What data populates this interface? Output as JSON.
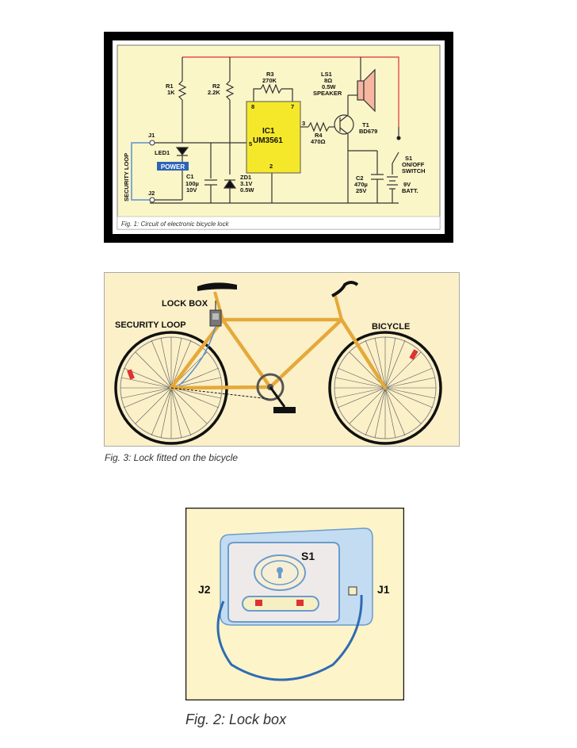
{
  "fig1": {
    "caption": "Fig. 1: Circuit of electronic bicycle lock",
    "security_loop": "SECURITY LOOP",
    "power_badge": "POWER",
    "components": {
      "r1": [
        "R1",
        "1K"
      ],
      "r2": [
        "R2",
        "2.2K"
      ],
      "r3": [
        "R3",
        "270K"
      ],
      "ls1": [
        "LS1",
        "8Ω",
        "0.5W",
        "SPEAKER"
      ],
      "ic1": [
        "IC1",
        "UM3561"
      ],
      "pins": [
        "8",
        "7",
        "3",
        "5",
        "2"
      ],
      "r4": [
        "R4",
        "470Ω"
      ],
      "t1": [
        "T1",
        "BD679"
      ],
      "s1": [
        "S1",
        "ON/OFF",
        "SWITCH"
      ],
      "j1": "J1",
      "j2": "J2",
      "led1": "LED1",
      "c1": [
        "C1",
        "100µ",
        "10V"
      ],
      "zd1": [
        "ZD1",
        "3.1V",
        "0.5W"
      ],
      "c2": [
        "C2",
        "470µ",
        "25V"
      ],
      "batt": [
        "9V",
        "BATT."
      ]
    }
  },
  "fig3": {
    "caption": "Fig. 3: Lock fitted on the bicycle",
    "lock_box": "LOCK BOX",
    "security_loop": "SECURITY LOOP",
    "bicycle": "BICYCLE"
  },
  "fig2": {
    "caption": "Fig. 2: Lock box",
    "s1": "S1",
    "j1": "J1",
    "j2": "J2"
  }
}
